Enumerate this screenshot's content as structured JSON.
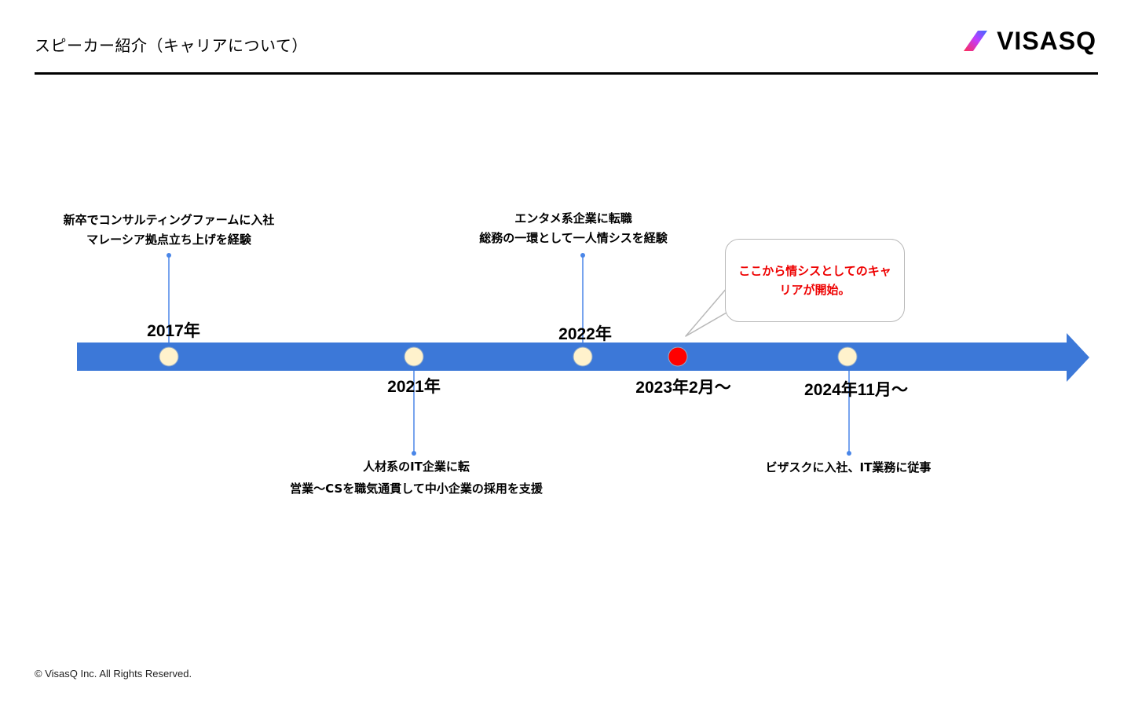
{
  "header": {
    "title": "スピーカー紹介（キャリアについて）",
    "logo_text": "VISASQ"
  },
  "colors": {
    "arrow": "#3c78d8",
    "node_fill": "#fff2cc",
    "highlight_node": "#ff0000",
    "connector": "#4a86e8",
    "callout_text": "#ee0000"
  },
  "timeline": [
    {
      "year": "2017年",
      "lines": [
        "新卒でコンサルティングファームに入社",
        "マレーシア拠点立ち上げを経験"
      ]
    },
    {
      "year": "2021年",
      "lines": [
        "人材系のIT企業に転",
        "営業～CSを職気通貫して中小企業の採用を支援"
      ]
    },
    {
      "year": "2022年",
      "lines": [
        "エンタメ系企業に転職",
        "総務の一環として一人情シスを経験"
      ]
    },
    {
      "year": "2023年2月～",
      "lines": []
    },
    {
      "year": "2024年11月～",
      "lines": [
        "ビザスクに入社、IT業務に従事"
      ]
    }
  ],
  "callout": {
    "lines": [
      "ここから情シスとしてのキャ",
      "リアが開始。"
    ]
  },
  "footer": {
    "copyright": "© VisasQ Inc. All Rights Reserved."
  }
}
